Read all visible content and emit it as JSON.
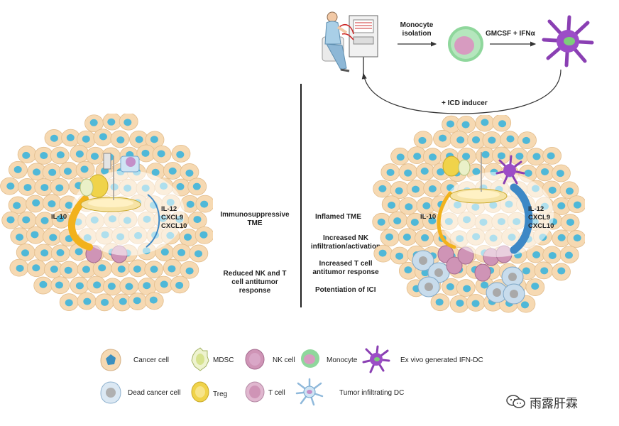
{
  "top": {
    "step1": "Monocyte isolation",
    "step1_lines": [
      "Monocyte",
      "isolation"
    ],
    "step2": "GMCSF + IFNα",
    "return_label": "+ ICD inducer"
  },
  "left_tumor": {
    "il10": "IL-10",
    "il12": "IL-12",
    "cxcl9": "CXCL9",
    "cxcl10": "CXCL10"
  },
  "right_tumor": {
    "il10": "IL-10",
    "il12": "IL-12",
    "cxcl9": "CXCL9",
    "cxcl10": "CXCL10"
  },
  "left_notes": {
    "tme_line1": "Immunosuppressive",
    "tme_line2": "TME",
    "resp_line1": "Reduced NK and T",
    "resp_line2": "cell antitumor",
    "resp_line3": "response"
  },
  "right_notes": {
    "inflamed": "Inflamed TME",
    "nk_line1": "Increased NK",
    "nk_line2": "infiltration/activation",
    "t_line1": "Increased T cell",
    "t_line2": "antitumor response",
    "ici": "Potentiation of ICI"
  },
  "legend": {
    "cancer_cell": "Cancer cell",
    "mdsc": "MDSC",
    "nk_cell": "NK cell",
    "monocyte": "Monocyte",
    "ifn_dc": "Ex vivo generated IFN-DC",
    "dead_cancer_cell": "Dead cancer cell",
    "treg": "Treg",
    "t_cell": "T cell",
    "tidc": "Tumor infiltrating DC"
  },
  "watermark": "雨露肝霖",
  "colors": {
    "cancer_body": "#f6d9b2",
    "cancer_nucleus": "#4fb8d8",
    "nk_cell": "#cf94b6",
    "monocyte_ring": "#7fcf8e",
    "ifn_dc": "#8a3fb3",
    "treg": "#f0d34a",
    "il10_arc": "#f2b21c",
    "il12_arc": "#3d88c6",
    "dead_cell": "#c8dcec"
  }
}
